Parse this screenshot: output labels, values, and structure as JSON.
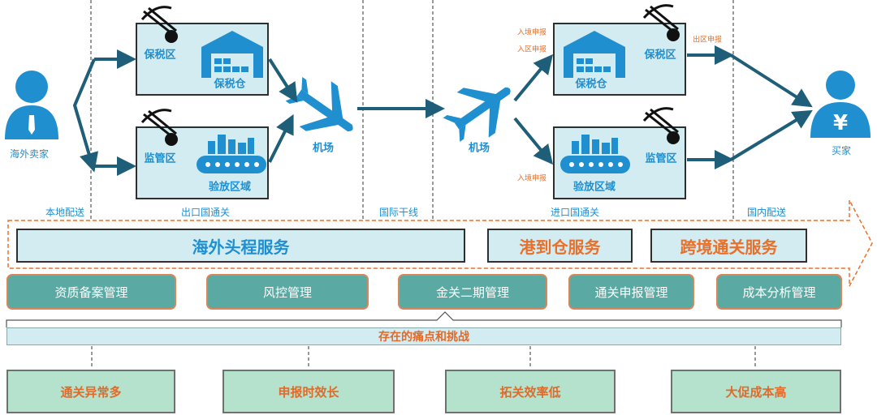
{
  "actors": {
    "seller": "海外卖家",
    "buyer": "买家"
  },
  "export_side": {
    "bonded_area": "保税区",
    "bonded_warehouse": "保税仓",
    "supervised_area": "监管区",
    "inspection_area": "验放区域",
    "airport": "机场"
  },
  "import_side": {
    "airport": "机场",
    "entry_declaration": "入境申报",
    "area_entry_declaration": "入区申报",
    "bonded_warehouse": "保税仓",
    "bonded_area": "保税区",
    "exit_declaration": "出区申报",
    "entry_declaration_2": "入境申报",
    "inspection_area": "验放区域",
    "supervised_area": "监管区"
  },
  "stages": [
    "本地配送",
    "出口国通关",
    "国际干线",
    "进口国通关",
    "国内配送"
  ],
  "services": {
    "overseas": "海外头程服务",
    "port_to_warehouse": "港到仓服务",
    "cross_border_clearance": "跨境通关服务"
  },
  "management": [
    "资质备案管理",
    "风控管理",
    "金关二期管理",
    "通关申报管理",
    "成本分析管理"
  ],
  "challenge_title": "存在的痛点和挑战",
  "pain_points": [
    "通关异常多",
    "申报时效长",
    "拓关效率低",
    "大促成本高"
  ],
  "colors": {
    "icon_blue": "#1f8fd0",
    "arrow_teal": "#1f5e78",
    "accent_orange": "#e8702a",
    "zone_fill": "#d2ecf1",
    "mgmt_fill": "#5aa9a3",
    "pain_fill": "#b4e2cd"
  }
}
